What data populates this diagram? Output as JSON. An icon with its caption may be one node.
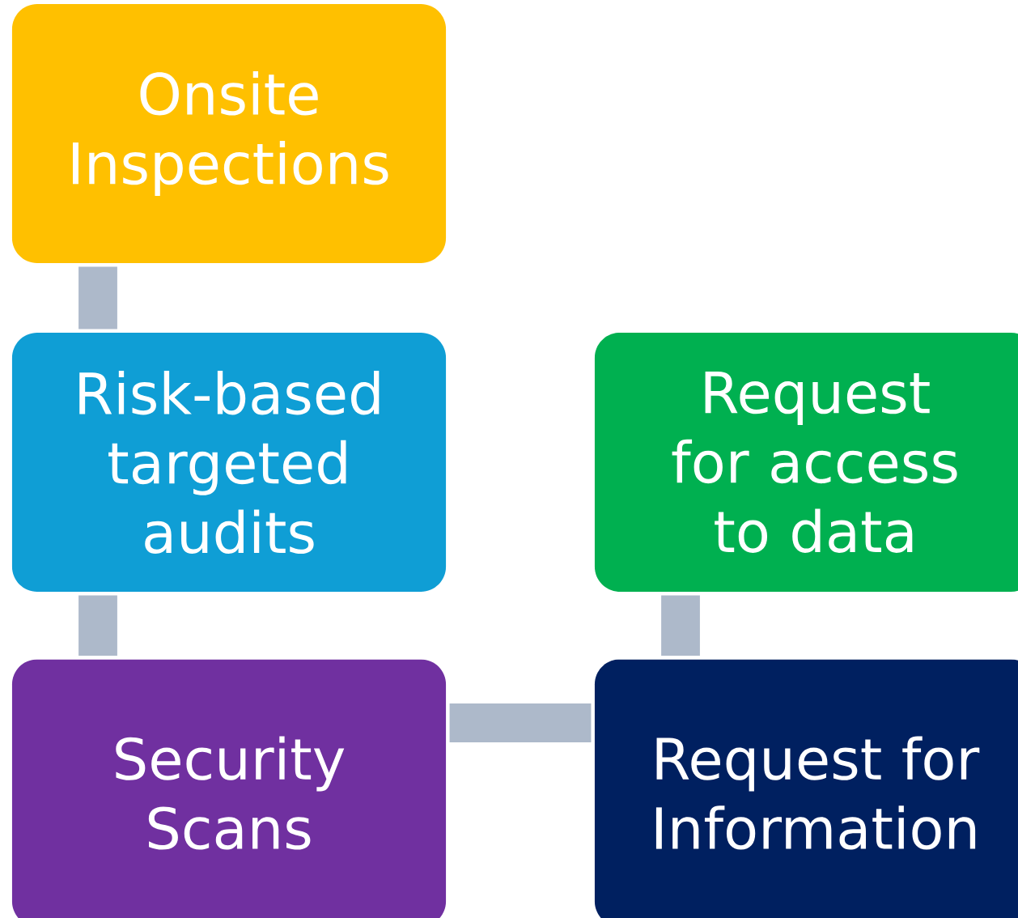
{
  "diagram": {
    "nodes": [
      {
        "text": [
          "Onsite Inspections"
        ]
      },
      {
        "text": [
          "Risk-based targeted audits"
        ]
      },
      {
        "text": [
          "Request for access to data"
        ]
      },
      {
        "text": [
          "Security Scans"
        ]
      },
      {
        "text": [
          "Request for Information"
        ]
      }
    ],
    "edges": [
      {
        "from": 0,
        "to": 1,
        "arrow": "none"
      },
      {
        "from": 1,
        "to": 3,
        "arrow": "none"
      },
      {
        "from": 3,
        "to": 4,
        "arrow": "none"
      },
      {
        "from": 4,
        "to": 2,
        "arrow": "none"
      }
    ]
  }
}
